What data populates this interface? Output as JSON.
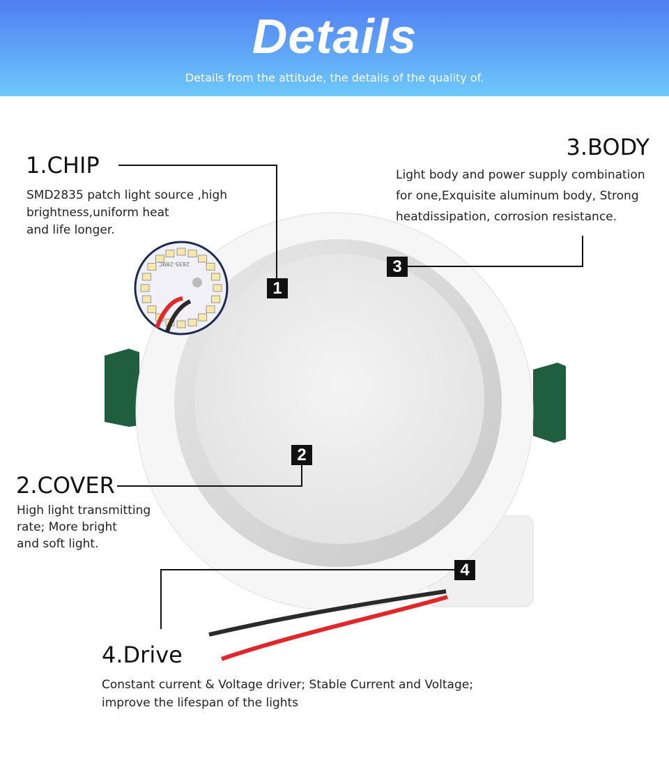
{
  "header": {
    "title": "Details",
    "subtitle": "Details from the attitude, the details of the quality of."
  },
  "callouts": [
    {
      "number": "1",
      "heading": "1.CHIP",
      "lines": [
        "SMD2835 patch light source ,high",
        "brightness,uniform heat",
        "and life longer."
      ]
    },
    {
      "number": "2",
      "heading": "2.COVER",
      "lines": [
        "High light transmitting",
        "rate; More bright",
        "and soft light."
      ]
    },
    {
      "number": "3",
      "heading": "3.BODY",
      "lines": [
        "Light body and power supply combination",
        "for one,Exquisite aluminum body, Strong",
        "heatdissipation, corrosion resistance."
      ]
    },
    {
      "number": "4",
      "heading": "4.Drive",
      "lines": [
        "Constant current & Voltage driver; Stable Current and Voltage;",
        "improve the lifespan of the lights"
      ]
    }
  ],
  "chip_marking": "2835-289C",
  "colors": {
    "header_top": "#4f7ef3",
    "header_bottom": "#6ec8fb",
    "clip_green": "#1f5e3e",
    "wire_red": "#e0282a"
  }
}
